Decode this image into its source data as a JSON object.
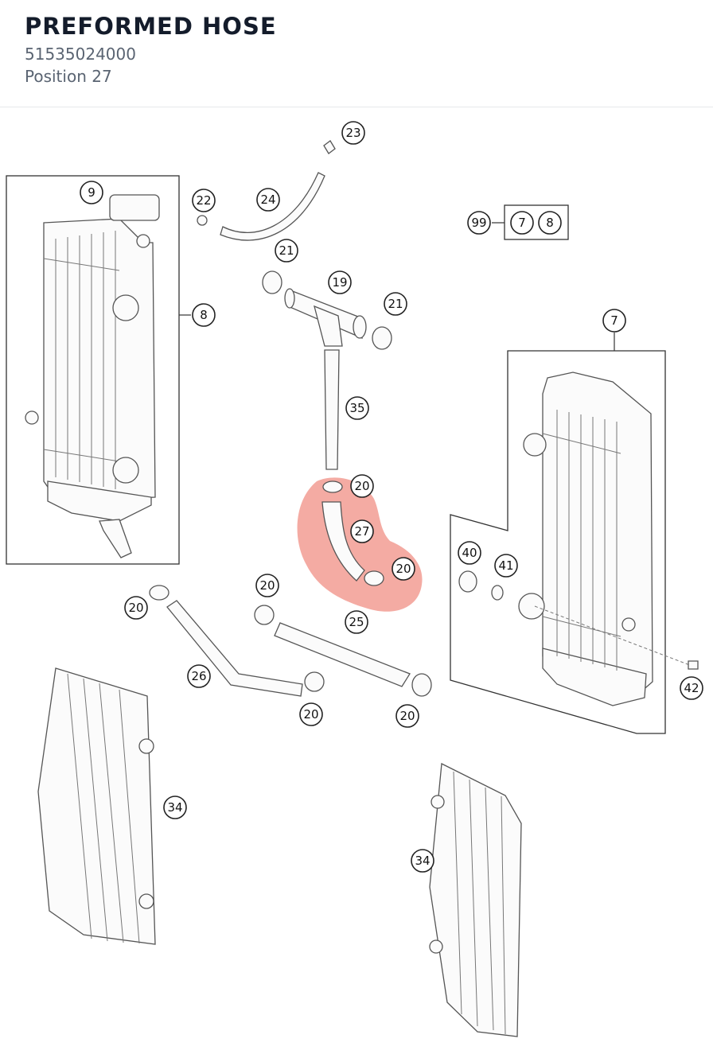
{
  "header": {
    "title": "PREFORMED HOSE",
    "part_number": "51535024000",
    "position": "Position 27"
  },
  "highlight": {
    "position": "27",
    "color": "#f08a80"
  },
  "callouts": {
    "c23": "23",
    "c9": "9",
    "c22": "22",
    "c24": "24",
    "c99": "99",
    "c7a": "7",
    "c8a": "8",
    "c21a": "21",
    "c19": "19",
    "c21b": "21",
    "c8": "8",
    "c7": "7",
    "c35": "35",
    "c20a": "20",
    "c27": "27",
    "c20b": "20",
    "c40": "40",
    "c41": "41",
    "c20c": "20",
    "c20d": "20",
    "c25": "25",
    "c26": "26",
    "c20e": "20",
    "c20f": "20",
    "c42": "42",
    "c34a": "34",
    "c34b": "34"
  }
}
